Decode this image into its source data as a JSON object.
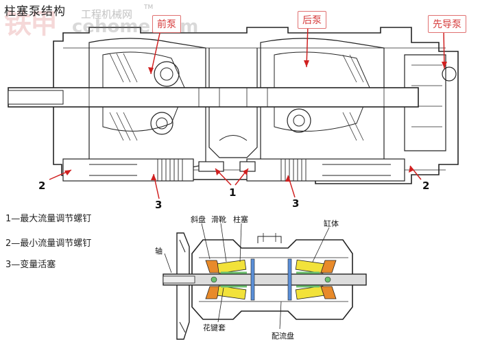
{
  "title": "柱塞泵结构",
  "watermark": {
    "logo": "铁甲",
    "site": "工程机械网",
    "url": "cehome.com",
    "tm": "TM"
  },
  "callouts": {
    "front_pump": "前泵",
    "rear_pump": "后泵",
    "pilot_pump": "先导泵"
  },
  "numbers": {
    "n2_left": "2",
    "n2_right": "2",
    "n1": "1",
    "n3_left": "3",
    "n3_right": "3"
  },
  "legend": [
    "1—最大流量调节螺钉",
    "2—最小流量调节螺钉",
    "3—变量活塞"
  ],
  "detail_labels": {
    "shaft": "轴",
    "swash_plate": "斜盘",
    "slipper": "滑靴",
    "plunger": "柱塞",
    "cylinder": "缸体",
    "spline_sleeve": "花键套",
    "valve_plate": "配流盘"
  },
  "colors": {
    "callout_border": "#e07070",
    "callout_text": "#d53a3a",
    "arrow": "#d02020",
    "yellow": "#f2e23a",
    "orange": "#e88a2a",
    "blue": "#5a8fd8",
    "green": "#6cc070"
  }
}
